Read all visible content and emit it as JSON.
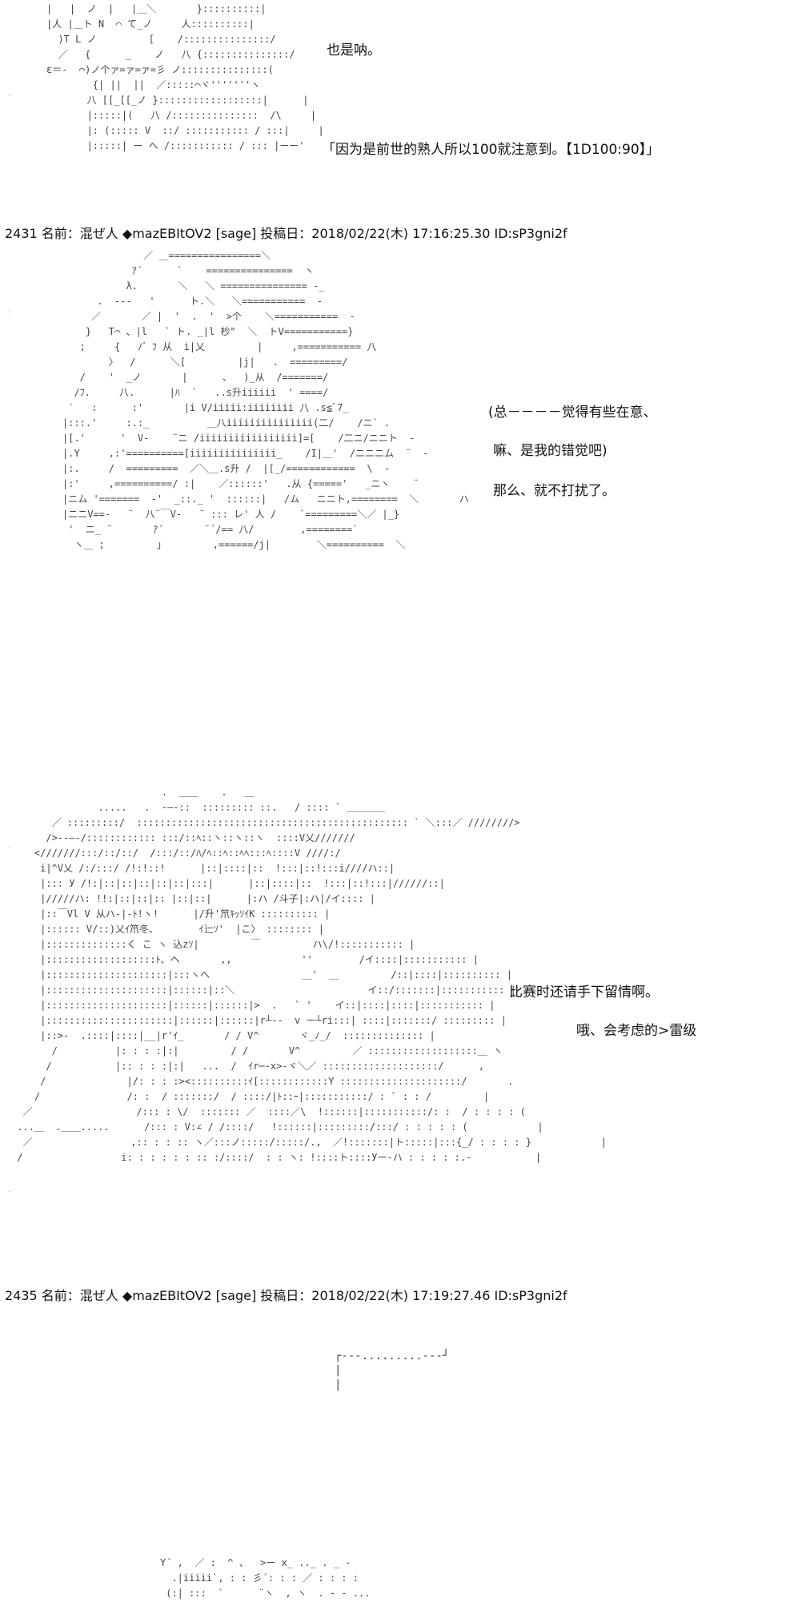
{
  "block1": {
    "art": "|   |  ノ  |   |＿＼       }::::::::::|\n|人 |＿ト N  ⌒ て_ノ     人::::::::::|\n  )T L ノ         [    /:::::::::::::::/\n  ／   {      _    ノ   八 {:::::::::::::::/\nε＝-  ⌒)ノ个ァ=ァ=ァ=彡 ノ:::::::::::::::(\n        {| ||  ||  ／:::::⌒ヾ'''''''ヽ\n       八 [[_[[_ノ }::::::::::::::::::|      |\n       |:::::|(   八 /:::::::::::::::  /\\     |\n       |: (::::: V  ::/ ::::::::::: / :::|     |\n       |:::::| ー へ /::::::::::: / ::: |ーー'",
    "line1": "也是呐。",
    "line2": "「因为是前世的熟人所以100就注意到。【1D100:90】」"
  },
  "post1": {
    "header": "2431 名前：混ぜ人 ◆mazEBItOV2 [sage] 投稿日：2018/02/22(木) 17:16:25.30 ID:sP3gni2f"
  },
  "block2": {
    "art": "              ／ ＿================＼\n            ｱ´      `    ===============  ヽ\n           λ.       ＼   ＼ =============== -_\n      .  -‐-   '      ト.＼   ＼===========  -\n     ／       ／ |  '  .  '  >个    ＼===========  -\n    }   T⌒ 、|l   ` ト. _|l 杪\"  ＼  トV===========}\n   ;     {   ﾉ゛ﾌ 从  i|乂         |     ,=========== 八\n        〉  /      ＼[         |j|   .  =========/\n   /    '  _ノ       |      、  )_从  /=======/\n  /ﾌ.     八.      |ﾊ  `   ..s升iiiiii  ' ====/\n ′   :      :'       |i V/iiiii:iiiiiiii 八 .s≦ﾞ7_\n|:::.'     :.:_          ＿八iiiiiiiiiiiiiii(二/    /ニ` .\n|[.'      '  V-    ¨ニ /iiiiiiiiiiiiiiiii]=[    /二ニ/ニニト  -\n|.Y     ,:'==========[iiiiiiiiiiiiiii_    /I|＿'  /ニニニム  ¨  -\n|:.     /  =========  ／＼＿.s升 /  |[_/============  \\  -\n|:'     ,==========/ :|    ／::::::'   .从 {====='   _ニヽ    ¨\n|ニム '=======  -'  _::._ '  ::::::|   /ム   ニニト,========  ＼       ハ\n|ニニV==-   ¨  八¨￣V-   ¨ ::: レ' 人 /    `=========＼／ |_}\n '  ニ_ ¨       ｱ´       ¨´/== 八/        ,========`\n  ヽ＿ ;         」        ,======/j|        ＼==========  ＼",
    "line1": "(总－－－－觉得有些在意、",
    "line2": "嘛、是我的错觉吧)",
    "line3": "那么、就不打扰了。"
  },
  "block3": {
    "art": "                          .  ＿＿    .   ＿\n               .....   .  ‐―‐::  ::::::::: ::.   / :::: ` ＿＿＿＿\n       ／ :::::::::/  ::::::::::::::::::::::::::::::::::::::::::::::: ` ＼:::／ ////////>\n      />-‐―‐/:::::::::::: :::/::ﾍ::ヽ::ヽ::ヽ  ::::V乂///////\n    <///////:::/::/::/  /:::/::/ﾊ/ﾍ::ﾍ::ﾍﾍ:::ﾍ::::V ////:/\n     i|^V乂 /:/:::/ /!:!::!      |::|::::|::  !:::|::!:::i////ハ::|\n     |::: У /!:|::|::|::|::|::|:::|      |::|::::|::  !:::|::!:::|//////::|\n     |/////ハ: !!:|::|::|:: |::|::|      |:ハ /斗子|:ハ|/イ:::: |\n     |::￣Vl V 从ハ‐|‐ﾄ!ヽ!      |/升'笊ｷｯｿｲK :::::::::: |\n     |:::::: V/::)乂ｲ笊冬、       ｲ辷ｿ'  |こ〉 :::::::: |\n     |::::::::::::::く こ ヽ 込zｿ|         ￣         ハ\\/!::::::::::: |\n     |:::::::::::::::::::ﾄ、ヘ       ,,            ''        /イ::::|::::::::::: |\n     |:::::::::::::::::::::|:::ヽヘ                ＿'  ＿         /::|::::|:::::::::: |\n     |:::::::::::::::::::::|::::::|::＼                       イ::/:::::::|::::::::::: |\n     |:::::::::::::::::::::|::::::|::::::|>  .   ` '    イ::|::::|::::|::::::::::: |\n     |::::::::::::::::::::::|::::::|::::::|r┴‐‐  v ー┴ri:::| ::::|:::::::/ ::::::::: |\n     |::>-  .::::|::::|__|r'ｲ_       / / V^       ヾ_ﾉ_/  :::::::::::::: |\n       /          |: : : :|:|         / /       V^         ／ :::::::::::::::::::＿ ヽ\n      /           |:: : : :|:|   ...  /  ｲr─‐x>‐ヾ＼／ ::::::::::::::::::::/      ,\n     /              |/: : : :><::::::::::ｲ[::::::::::::Y :::::::::::::::::::::/       .\n    /               /: :  / :::::::/  / ::::/|ﾄ::ｰ|:::::::::::/ : ` : : /         |\n  ／                  /::: : \\/  ::::::: ／  ::::／\\  !::::::|:::::::::::/: :  / : : : : ( \n ...＿  .＿＿.....      /::: : V:∠ / /::::/   !::::::|:::::::::/:::/ : : : : : (            |\n  ／                 ,:: : : :: ヽ／:::ノ:::::/:::::/.,  ／!:::::::|ト:::::|:::{_/ : : : : }            |\n /                 i: : : : : : :: :/::::/  : : ヽ: !::::ト::::Уー‐ハ : : : : :.-           |",
    "line1": "比赛时还请手下留情啊。",
    "line2": "哦、会考虑的>雷级"
  },
  "post2": {
    "header": "2435 名前：混ぜ人 ◆mazEBItOV2 [sage] 投稿日：2018/02/22(木) 17:19:27.46 ID:sP3gni2f"
  },
  "block4": {
    "art": "┌‐‐‐.........‐‐‐┘\n|\n|"
  },
  "block5": {
    "art": "Y´ ,  ／ :  ^ 、  >ー x_ .._ . _ -\n  .|iiiii`, : : 彡´: : : ／ : : : :\n (:| :::  `      ¨ヽ  , ヽ  . - - ..."
  }
}
